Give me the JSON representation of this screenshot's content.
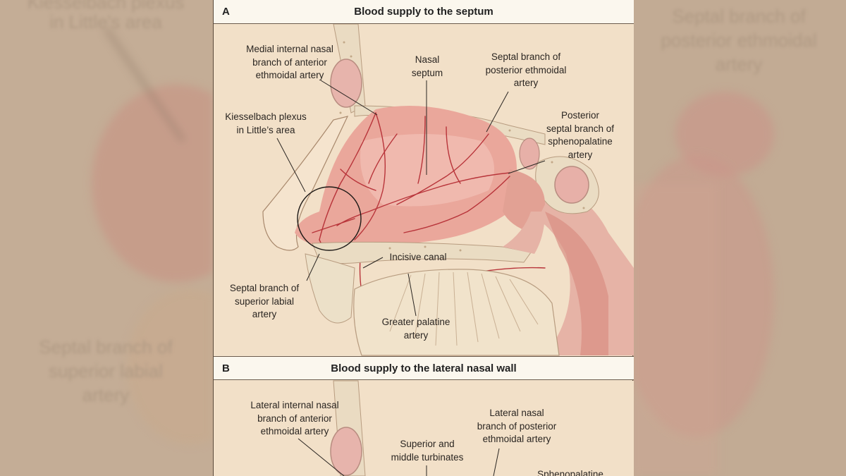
{
  "background_blur": {
    "left_top": "Kiesselbach plexus",
    "left_top2": "in Little's area",
    "left_bottom": [
      "Septal branch of",
      "superior labial",
      "artery"
    ],
    "right_top": [
      "Septal branch of",
      "posterior ethmoidal",
      "artery"
    ]
  },
  "panel_a": {
    "letter": "A",
    "title": "Blood supply to the septum",
    "labels": {
      "medial_internal_nasal": [
        "Medial internal nasal",
        "branch of anterior",
        "ethmoidal artery"
      ],
      "nasal_septum": [
        "Nasal",
        "septum"
      ],
      "septal_posterior_ethmoidal": [
        "Septal branch of",
        "posterior ethmoidal",
        "artery"
      ],
      "kiesselbach": [
        "Kiesselbach plexus",
        "in Little’s area"
      ],
      "posterior_septal": [
        "Posterior",
        "septal branch of",
        "sphenopalatine",
        "artery"
      ],
      "incisive_canal": [
        "Incisive canal"
      ],
      "septal_superior_labial": [
        "Septal branch of",
        "superior labial",
        "artery"
      ],
      "greater_palatine": [
        "Greater palatine",
        "artery"
      ]
    }
  },
  "panel_b": {
    "letter": "B",
    "title": "Blood supply to the lateral nasal wall",
    "labels": {
      "lateral_internal_nasal": [
        "Lateral internal nasal",
        "branch of anterior",
        "ethmoidal artery"
      ],
      "lateral_nasal_posterior": [
        "Lateral nasal",
        "branch of posterior",
        "ethmoidal artery"
      ],
      "turbinates": [
        "Superior and",
        "middle turbinates"
      ],
      "sphenopalatine": [
        "Sphenopalatine"
      ]
    }
  },
  "colors": {
    "panel_bg": "#f3e3cd",
    "header_bg": "#fbf7ee",
    "mucosa": "#e9a69a",
    "vessel": "#b8343a",
    "bone": "#e8d6bc"
  }
}
